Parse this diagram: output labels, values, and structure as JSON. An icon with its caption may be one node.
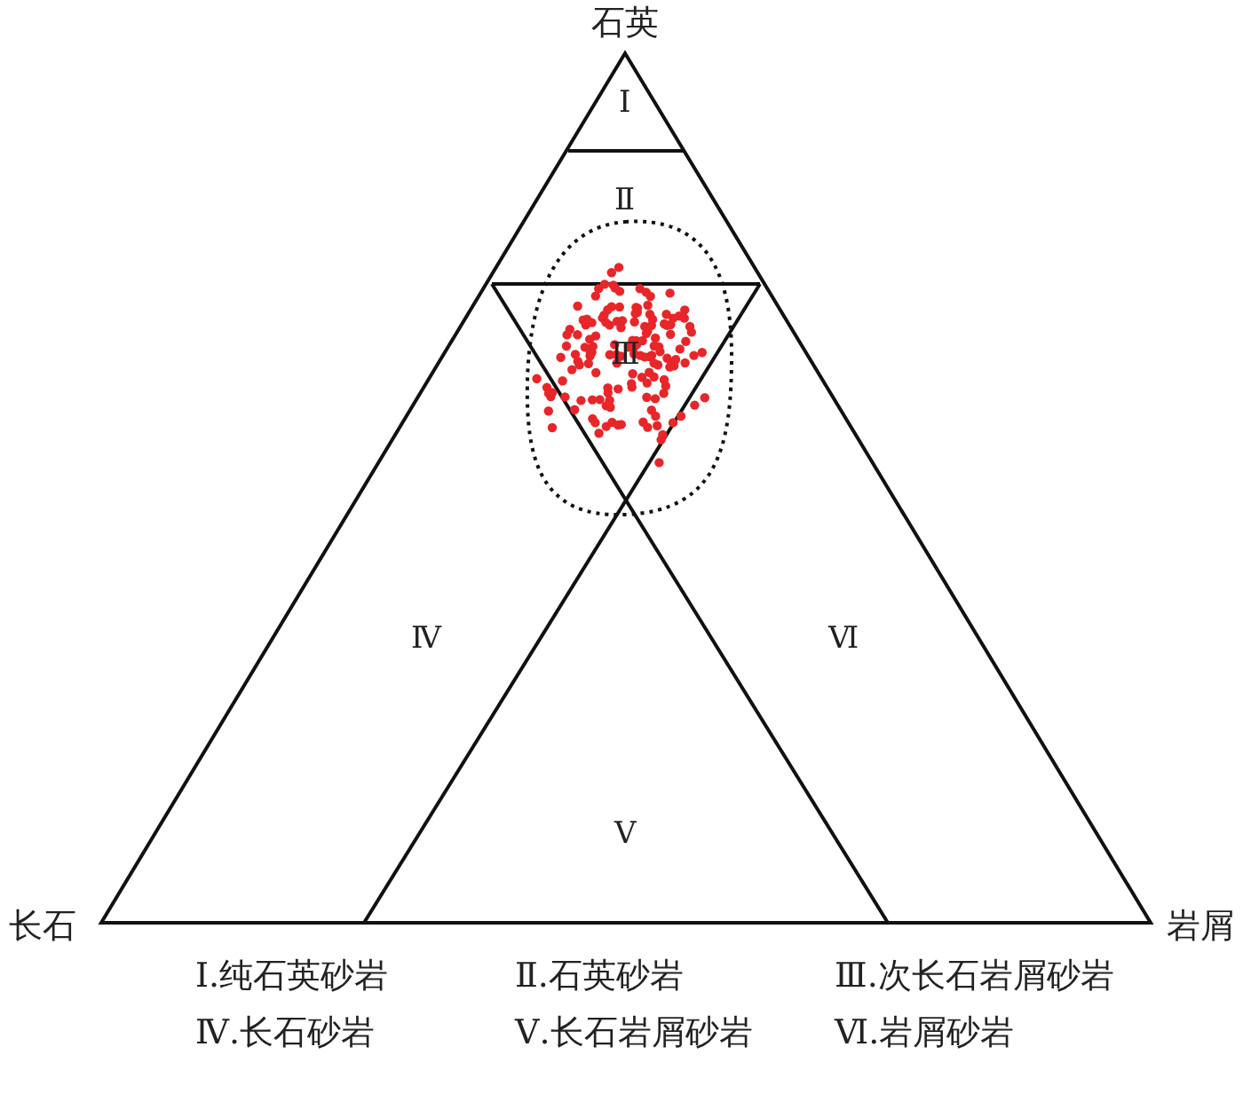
{
  "diagram": {
    "labels": [
      "石英",
      "Ⅰ",
      "Ⅱ",
      "Ⅲ",
      "Ⅳ",
      "Ⅵ",
      "Ⅴ",
      "长石",
      "岩屑",
      "Ⅰ.纯石英砂岩",
      "Ⅱ.石英砂岩",
      "Ⅲ.次长石岩屑砂岩",
      "Ⅳ.长石砂岩",
      "Ⅴ.长石岩屑砂岩",
      "Ⅵ.岩屑砂岩"
    ]
  }
}
